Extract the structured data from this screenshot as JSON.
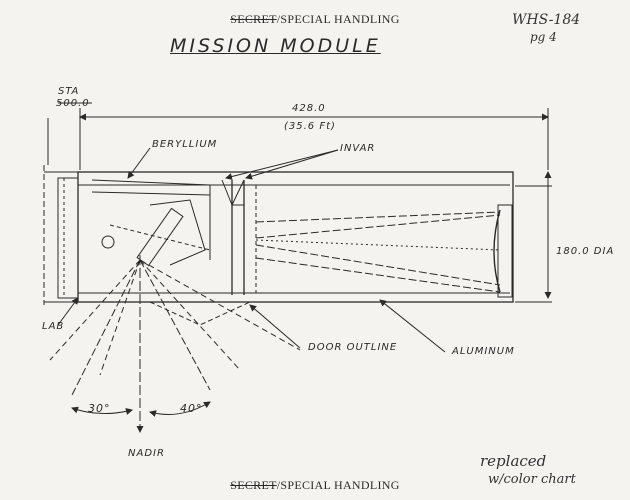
{
  "header": {
    "classification_struck": "SECRET",
    "classification_rest": "/SPECIAL HANDLING"
  },
  "title": "MISSION MODULE",
  "doc_ref": {
    "line1": "WHS-184",
    "line2": "pg 4"
  },
  "station": {
    "label": "STA",
    "value": "500.0"
  },
  "dimensions": {
    "length": "428.0",
    "length_ft": "(35.6 Ft)",
    "diameter": "180.0 DIA"
  },
  "labels": {
    "beryllium": "BERYLLIUM",
    "invar": "INVAR",
    "aluminum": "ALUMINUM",
    "door_outline": "DOOR OUTLINE",
    "lab": "LAB",
    "nadir": "NADIR"
  },
  "angles": {
    "left": "30°",
    "right": "40°"
  },
  "footer": {
    "classification_struck": "SECRET",
    "classification_rest": "/SPECIAL HANDLING"
  },
  "note": {
    "line1": "replaced",
    "line2": "w/color chart"
  }
}
